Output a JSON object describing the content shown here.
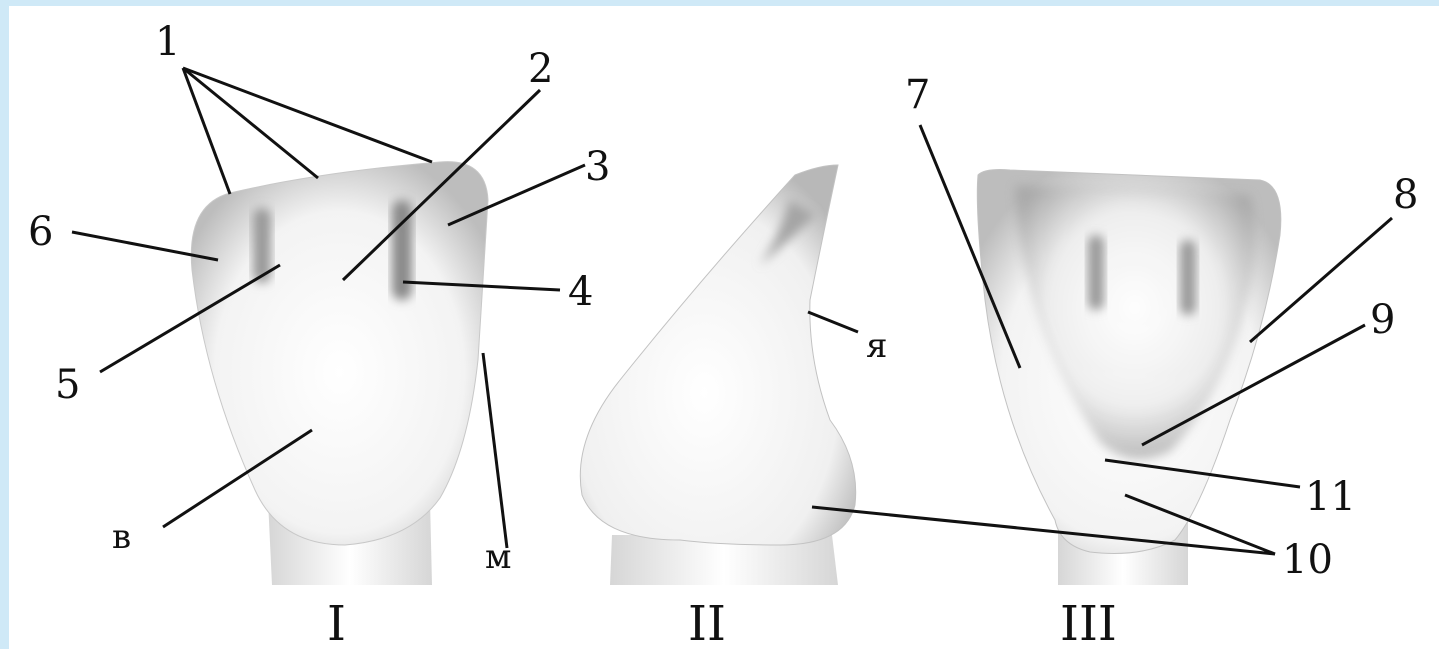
{
  "labels": {
    "l1": "1",
    "l2": "2",
    "l3": "3",
    "l4": "4",
    "l5": "5",
    "l6": "6",
    "l7": "7",
    "l8": "8",
    "l9": "9",
    "l10": "10",
    "l11": "11",
    "lv": "в",
    "lm": "м",
    "lya": "я"
  },
  "views": {
    "v1": "I",
    "v2": "II",
    "v3": "III"
  },
  "colors": {
    "frame_border": "#cfe9f7",
    "lines": "#111111"
  }
}
